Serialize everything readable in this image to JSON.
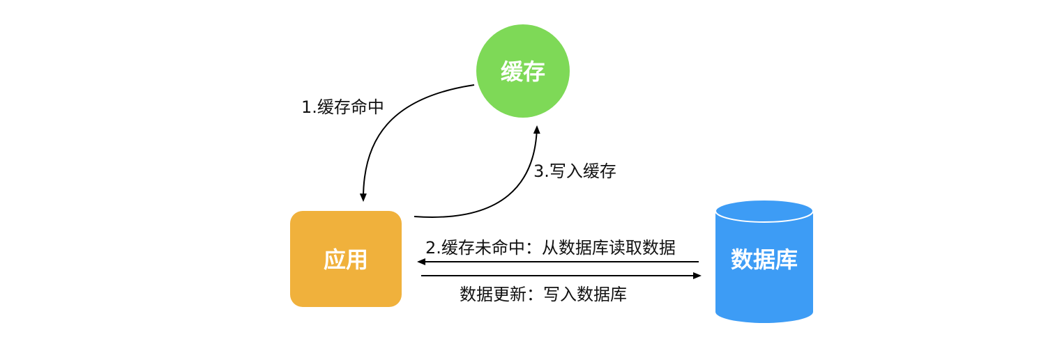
{
  "nodes": {
    "cache": {
      "label": "缓存",
      "color": "#7ed957"
    },
    "app": {
      "label": "应用",
      "color": "#f0b13c"
    },
    "database": {
      "label": "数据库",
      "color": "#3d9cf5"
    }
  },
  "edges": {
    "cache_hit": {
      "label": "1.缓存命中",
      "from": "cache",
      "to": "app"
    },
    "write_cache": {
      "label": "3.写入缓存",
      "from": "app",
      "to": "cache"
    },
    "cache_miss_read_db": {
      "label": "2.缓存未命中：从数据库读取数据",
      "from": "database",
      "to": "app"
    },
    "update_write_db": {
      "label": "数据更新：写入数据库",
      "from": "app",
      "to": "database"
    }
  }
}
